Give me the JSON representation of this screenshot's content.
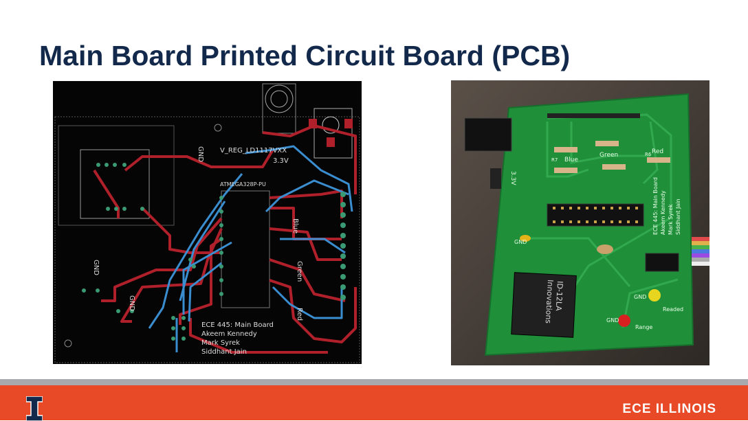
{
  "slide": {
    "title": "Main Board Printed Circuit Board (PCB)"
  },
  "pcb_layout": {
    "labels": {
      "gnd_top": "GND",
      "regulator": "V_REG_LD1117VXX",
      "voltage": "3.3V",
      "mcu": "ATMEGA328P-PU",
      "r_blue": "Blue",
      "r_green": "Green",
      "r_red": "Red",
      "gnd_left": "GND",
      "gnd_bottom": "GND",
      "credit_1": "ECE 445: Main Board",
      "credit_2": "Akeem Kennedy",
      "credit_3": "Mark Syrek",
      "credit_4": "Siddhant Jain"
    }
  },
  "pcb_photo": {
    "labels": {
      "v33": "3.3V",
      "blue": "Blue",
      "green": "Green",
      "red": "Red",
      "r7": "R7",
      "r6": "R6",
      "gnd1": "GND",
      "gnd2": "GND",
      "gnd3": "GND",
      "module_1": "ID-12LA",
      "module_2": "Innovations",
      "readed": "Readed",
      "range": "Range",
      "side_1": "ECE 445: Main Board",
      "side_2": "Akeem Kennedy",
      "side_3": "Mark Syrek",
      "side_4": "Siddhant Jain"
    }
  },
  "footer": {
    "brand": "ECE ILLINOIS"
  },
  "colors": {
    "title": "#13294b",
    "orange": "#e84a27",
    "gray": "#a7a9ac",
    "trace_red": "#b0202a",
    "trace_blue": "#3a8ed0",
    "board_green": "#1f8f3a"
  }
}
